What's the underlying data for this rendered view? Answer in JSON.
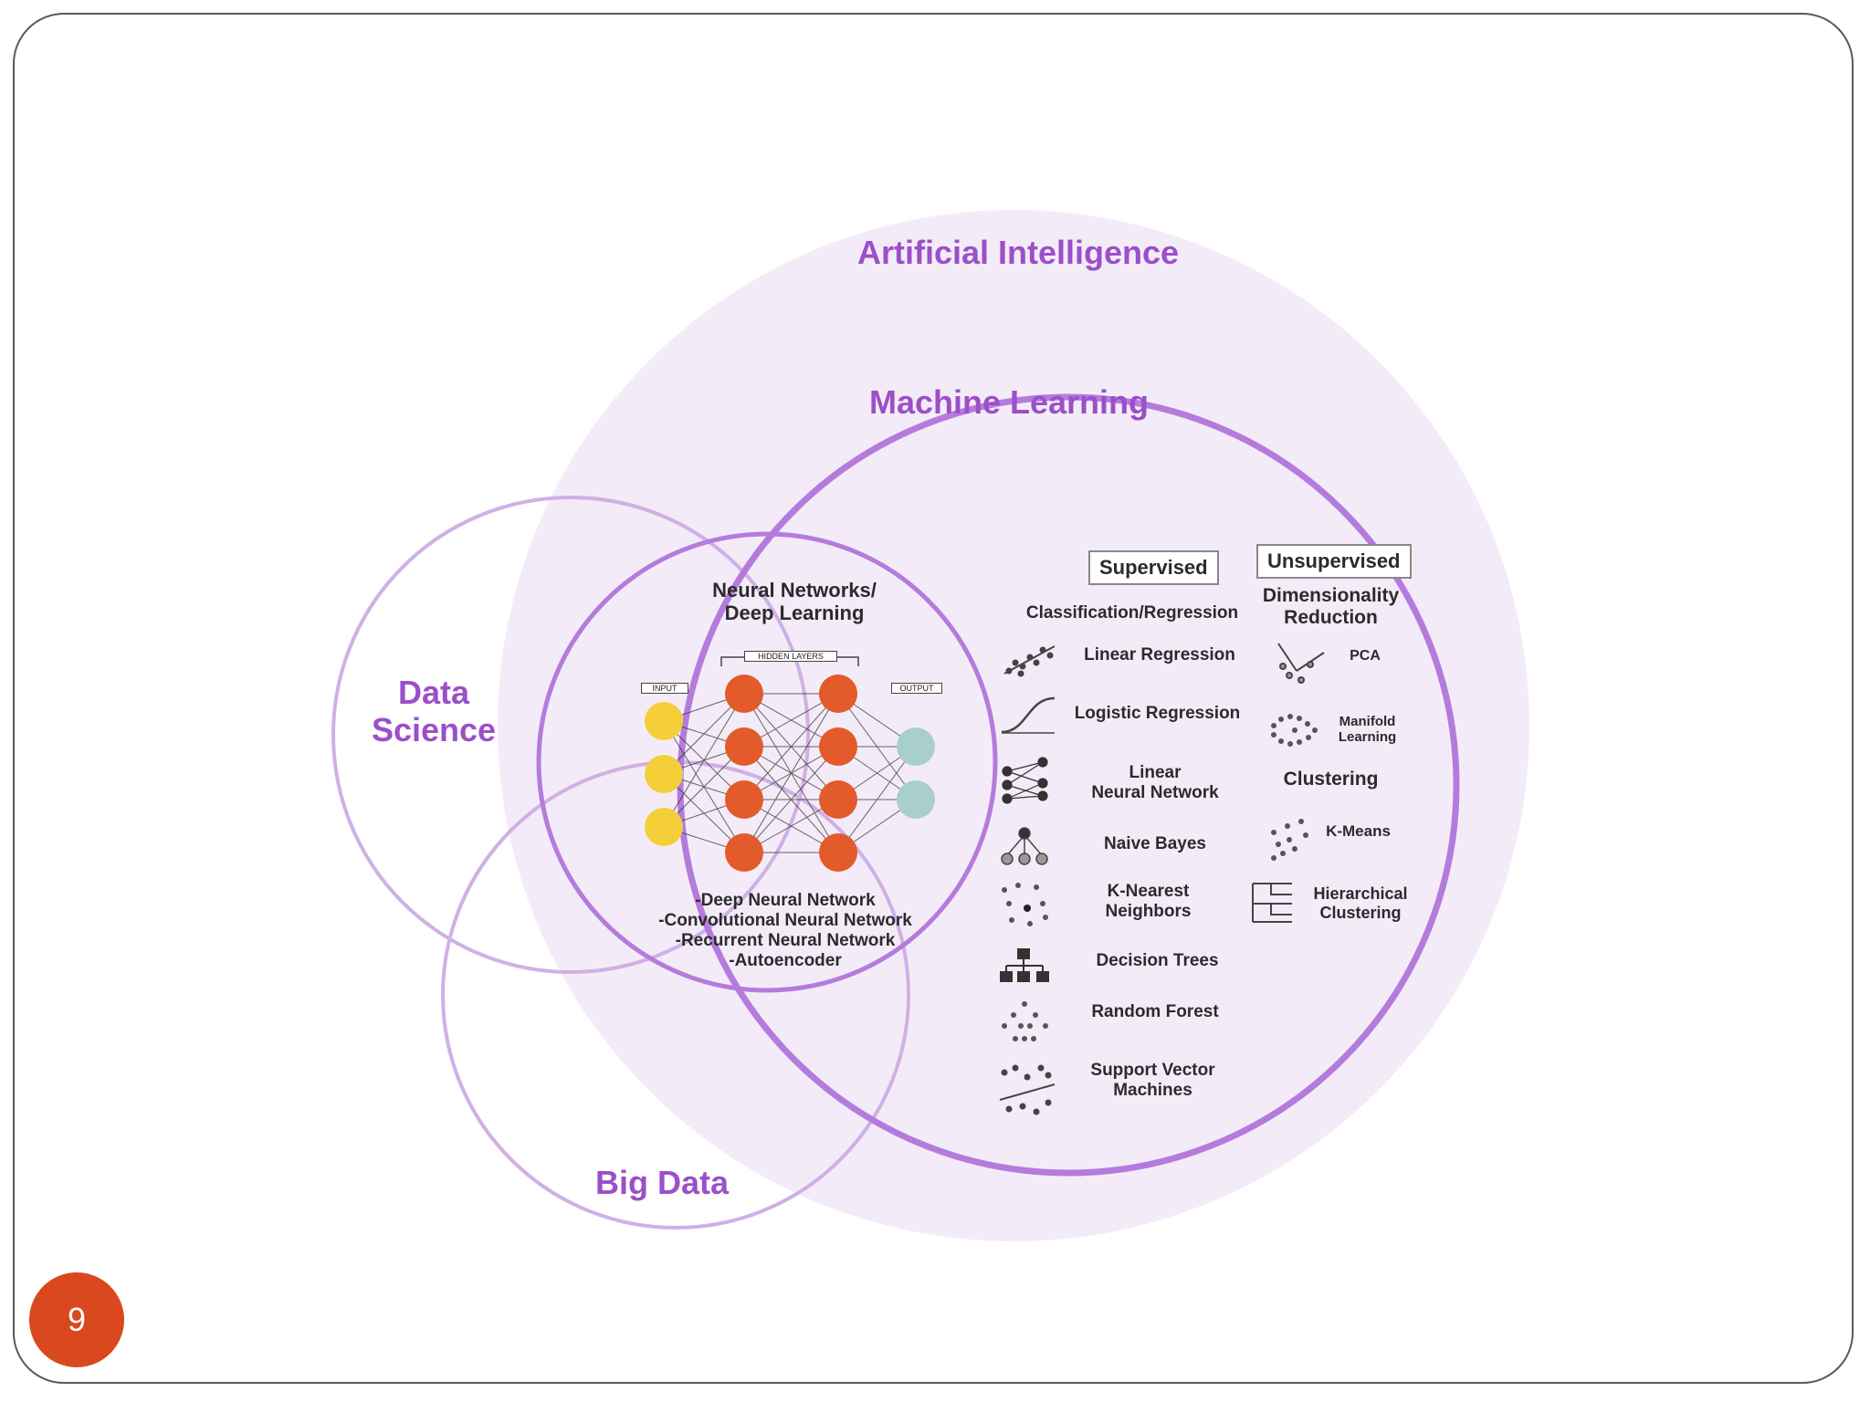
{
  "venn": {
    "artificial_intelligence": "Artificial Intelligence",
    "machine_learning": "Machine Learning",
    "data_science": "Data\nScience",
    "big_data": "Big Data"
  },
  "neural_networks": {
    "title": "Neural Networks/\nDeep Learning",
    "input_label": "INPUT",
    "hidden_label": "HIDDEN LAYERS",
    "output_label": "OUTPUT",
    "types": "-Deep Neural Network\n-Convolutional Neural Network\n-Recurrent Neural Network\n-Autoencoder"
  },
  "supervised": {
    "header": "Supervised",
    "subheader": "Classification/Regression",
    "items": [
      {
        "label": "Linear Regression",
        "icon": "linear-regression-icon"
      },
      {
        "label": "Logistic Regression",
        "icon": "logistic-regression-icon"
      },
      {
        "label": "Linear\nNeural Network",
        "icon": "linear-neural-network-icon"
      },
      {
        "label": "Naive Bayes",
        "icon": "naive-bayes-icon"
      },
      {
        "label": "K-Nearest\nNeighbors",
        "icon": "k-nearest-neighbors-icon"
      },
      {
        "label": "Decision Trees",
        "icon": "decision-trees-icon"
      },
      {
        "label": "Random Forest",
        "icon": "random-forest-icon"
      },
      {
        "label": "Support Vector\nMachines",
        "icon": "support-vector-machines-icon"
      }
    ]
  },
  "unsupervised": {
    "header": "Unsupervised",
    "dim_reduction": "Dimensionality\nReduction",
    "pca": "PCA",
    "manifold": "Manifold\nLearning",
    "clustering": "Clustering",
    "kmeans": "K-Means",
    "hierarchical": "Hierarchical\nClustering"
  },
  "colors": {
    "ai_fill": "#f3ecf8",
    "ring": "#c9a6e0",
    "ml_ring": "#b57bdc",
    "title_purple": "#9b4fc9",
    "input_node": "#f5cf3a",
    "hidden_node": "#e35a2b",
    "output_node": "#a8cfcc",
    "badge": "#d9481f"
  },
  "page_number": "9"
}
